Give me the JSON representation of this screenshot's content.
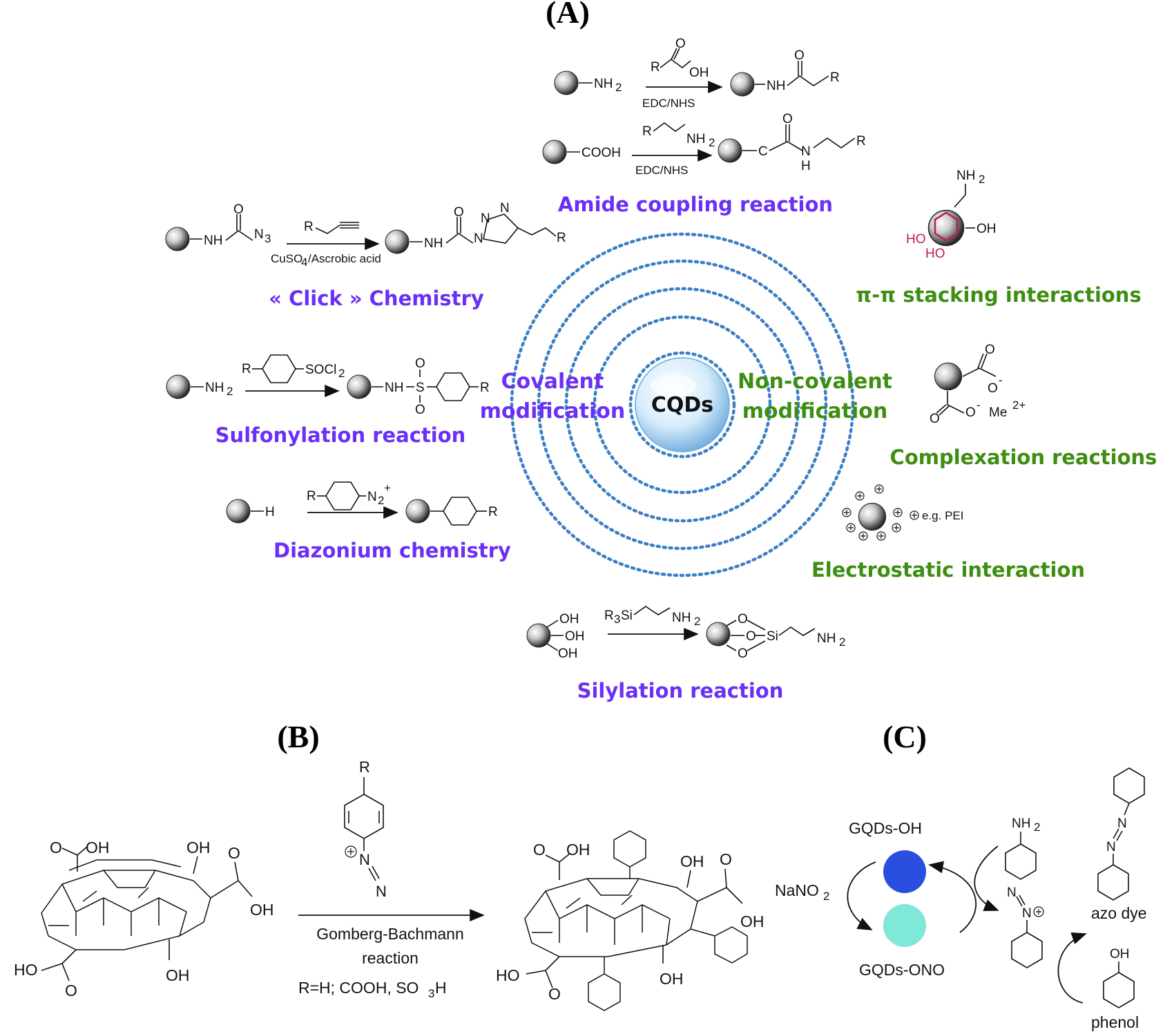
{
  "panels": {
    "a": "(A)",
    "b": "(B)",
    "c": "(C)"
  },
  "center": {
    "core": "CQDs",
    "covalent_line1": "Covalent",
    "covalent_line2": "modification",
    "noncovalent_line1": "Non-covalent",
    "noncovalent_line2": "modification"
  },
  "covalent": {
    "amide": {
      "title": "Amide coupling reaction",
      "r1_left": "NH",
      "r1_left_sub": "2",
      "r1_reagent_r": "R",
      "r1_reagent_o": "O",
      "r1_reagent_oh": "OH",
      "r1_cond": "EDC/NHS",
      "r1_prod_nh": "NH",
      "r1_prod_o": "O",
      "r1_prod_r": "R",
      "r2_left": "COOH",
      "r2_reagent_r": "R",
      "r2_reagent_nh": "NH",
      "r2_reagent_nh_sub": "2",
      "r2_cond": "EDC/NHS",
      "r2_prod_c": "C",
      "r2_prod_o": "O",
      "r2_prod_n": "N",
      "r2_prod_h": "H",
      "r2_prod_r": "R"
    },
    "click": {
      "title": "« Click » Chemistry",
      "left_nh": "NH",
      "left_o": "O",
      "left_n": "N",
      "left_n_sub": "3",
      "reagent_r": "R",
      "cond_a": "CuSO",
      "cond_sub": "4",
      "cond_b": "/Ascrobic acid",
      "prod_nh": "NH",
      "prod_o": "O",
      "prod_n1": "N",
      "prod_n2": "N",
      "prod_n3": "N",
      "prod_r": "R"
    },
    "sulfonylation": {
      "title": "Sulfonylation reaction",
      "left_nh": "NH",
      "left_nh_sub": "2",
      "reagent_r": "R",
      "reagent_socl": "SOCl",
      "reagent_socl_sub": "2",
      "prod_nh": "NH",
      "prod_s": "S",
      "prod_o1": "O",
      "prod_o2": "O",
      "prod_r": "R"
    },
    "diazonium": {
      "title": "Diazonium chemistry",
      "left_h": "H",
      "reagent_r": "R",
      "reagent_n": "N",
      "reagent_n_sub": "2",
      "reagent_n_sup": "+",
      "prod_r": "R"
    },
    "silylation": {
      "title": "Silylation reaction",
      "oh1": "OH",
      "oh2": "OH",
      "oh3": "OH",
      "reagent_r": "R",
      "reagent_r_sub": "3",
      "reagent_si": "Si",
      "reagent_nh": "NH",
      "reagent_nh_sub": "2",
      "prod_o1": "O",
      "prod_o2": "O",
      "prod_o3": "O",
      "prod_si": "Si",
      "prod_nh": "NH",
      "prod_nh_sub": "2"
    }
  },
  "noncovalent": {
    "pipi": {
      "title": "π-π stacking interactions",
      "nh": "NH",
      "nh_sub": "2",
      "oh": "OH",
      "ho1": "HO",
      "ho2": "HO"
    },
    "complex": {
      "title": "Complexation reactions",
      "o_top": "O",
      "o_minus": "O",
      "minus1": "-",
      "o_bottom": "O",
      "o_minus2": "O",
      "minus2": "-",
      "metal": "Me",
      "metal_sup": "2+"
    },
    "electro": {
      "title": "Electrostatic interaction",
      "legend": "e.g. PEI"
    }
  },
  "panel_b": {
    "cooh1": "O",
    "cooh1b": "OH",
    "oh_top": "OH",
    "cooh2_o": "O",
    "cooh2_oh": "OH",
    "ho_bottom": "HO",
    "o_bottom": "O",
    "oh_bottom": "OH",
    "reagent_r": "R",
    "reagent_n1": "N",
    "reagent_n2": "N",
    "reaction_line1": "Gomberg-Bachmann",
    "reaction_line2": "reaction",
    "r_def": "R=H; COOH, SO",
    "r_def_sub": "3",
    "r_def_end": "H",
    "prod_o": "O",
    "prod_oh": "OH",
    "prod_oh_top": "OH",
    "prod_o2": "O",
    "prod_oh2": "OH",
    "prod_ho": "HO",
    "prod_o3": "O",
    "prod_oh_bottom": "OH"
  },
  "panel_c": {
    "gqd_oh": "GQDs-OH",
    "gqd_ono": "GQDs-ONO",
    "nano2": "NaNO",
    "nano2_sub": "2",
    "aniline_nh": "NH",
    "aniline_sub": "2",
    "diaz_n1": "N",
    "diaz_n2": "N",
    "phenol_oh": "OH",
    "phenol_label": "phenol",
    "azo_label": "azo dye",
    "azo_n1": "N",
    "azo_n2": "N"
  },
  "colors": {
    "covalent": "#6b2ff5",
    "noncovalent": "#3e8e12",
    "rings": "#3a7fc4",
    "gqd_oh": "#2a4fe0",
    "gqd_ono": "#7fe8d8",
    "catechol": "#c2185b"
  }
}
